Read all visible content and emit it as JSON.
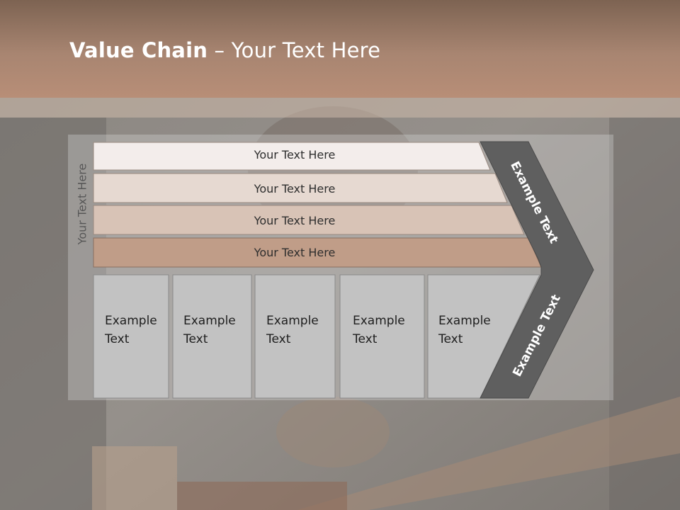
{
  "slide": {
    "title_bold": "Value Chain",
    "title_rest": " – Your Text Here",
    "side_label": "Your Text Here"
  },
  "rows": [
    {
      "label": "Your Text Here",
      "color": "#f3edeb"
    },
    {
      "label": "Your Text Here",
      "color": "#e6d9d1"
    },
    {
      "label": "Your Text Here",
      "color": "#d8c3b6"
    },
    {
      "label": "Your Text Here",
      "color": "#c09d88"
    }
  ],
  "boxes": [
    {
      "line1": "Example",
      "line2": "Text"
    },
    {
      "line1": "Example",
      "line2": "Text"
    },
    {
      "line1": "Example",
      "line2": "Text"
    },
    {
      "line1": "Example",
      "line2": "Text"
    },
    {
      "line1": "Example",
      "line2": "Text"
    }
  ],
  "chevron": {
    "upper_label": "Example Text",
    "lower_label": "Example Text",
    "color": "#5f5f5f"
  },
  "colors": {
    "header": "#a88571",
    "box_fill": "#c2c2c2",
    "box_border": "#8a8a8a"
  }
}
